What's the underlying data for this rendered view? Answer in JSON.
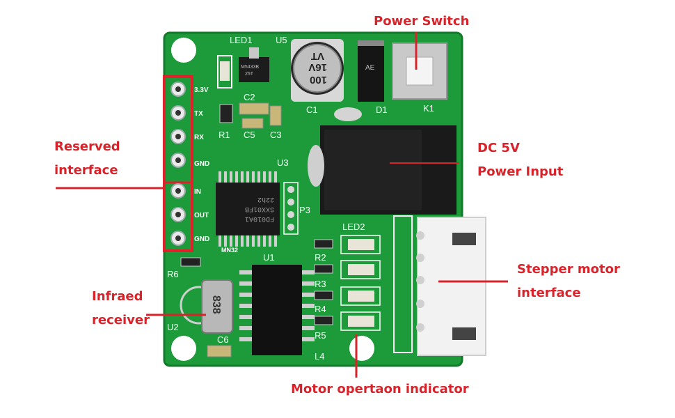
{
  "callouts": {
    "power_switch": "Power Switch",
    "reserved_interface": [
      "Reserved",
      "interface"
    ],
    "dc_power": [
      "DC 5V",
      "Power Input"
    ],
    "stepper_interface": [
      "Stepper motor",
      "interface"
    ],
    "infrared_receiver": [
      "Infraed",
      "receiver"
    ],
    "motor_indicator": "Motor opertaon indicator"
  },
  "silkscreen": {
    "led1": "LED1",
    "u5": "U5",
    "c1": "C1",
    "d1": "D1",
    "k1": "K1",
    "c2": "C2",
    "r1": "R1",
    "c5": "C5",
    "c3": "C3",
    "u3": "U3",
    "p3": "P3",
    "led2": "LED2",
    "r2": "R2",
    "r3": "R3",
    "r4": "R4",
    "r5": "R5",
    "l4": "L4",
    "u1": "U1",
    "u2": "U2",
    "r6": "R6",
    "c6": "C6",
    "mn32": "MN32",
    "pin_labels": [
      "3.3V",
      "TX",
      "RX",
      "GND",
      "IN",
      "OUT",
      "GND"
    ]
  },
  "component_markings": {
    "capacitor": [
      "100",
      "16V",
      "VT"
    ],
    "regulator": [
      "M5433B",
      "25T"
    ],
    "diode": "AE",
    "mcu": [
      "FD010A1",
      "SXX01FB",
      "22h2"
    ],
    "ir_receiver": "838"
  },
  "colors": {
    "callout": "#d9232a",
    "pcb": "#1d9b3b",
    "pcb_dark": "#157a2d",
    "silkscreen": "#ffffff"
  }
}
